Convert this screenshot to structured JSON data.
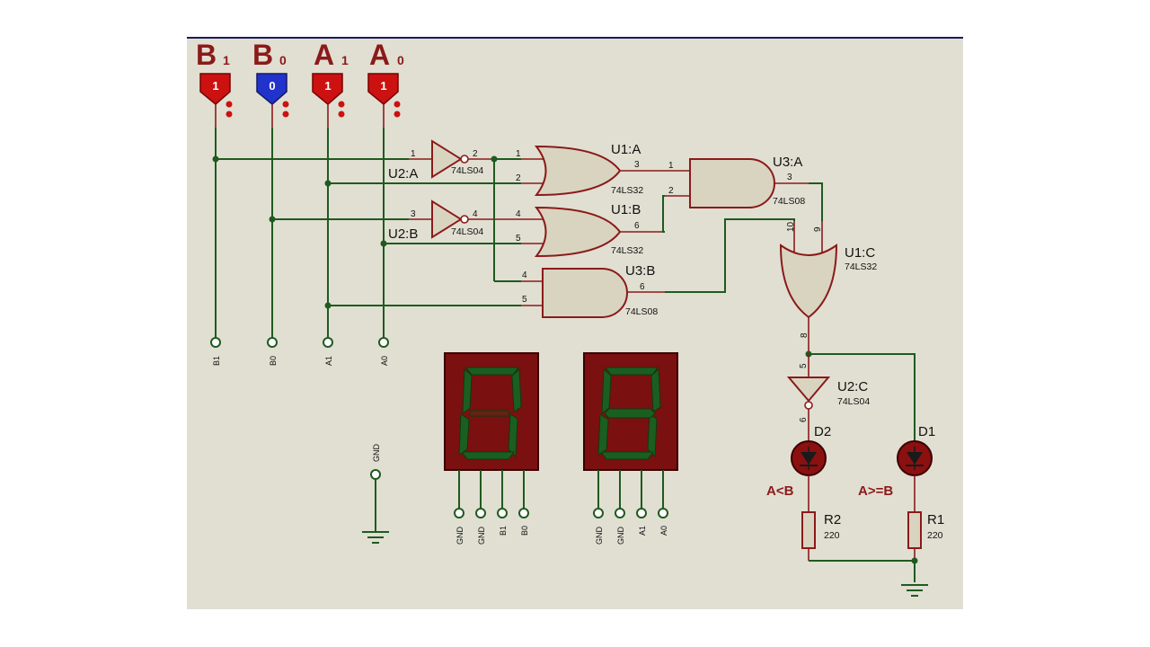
{
  "inputs": [
    {
      "letter": "B",
      "index": "1",
      "state": "1",
      "color": "#cc1111",
      "net": "B1"
    },
    {
      "letter": "B",
      "index": "0",
      "state": "0",
      "color": "#2233cc",
      "net": "B0"
    },
    {
      "letter": "A",
      "index": "1",
      "state": "1",
      "color": "#cc1111",
      "net": "A1"
    },
    {
      "letter": "A",
      "index": "0",
      "state": "1",
      "color": "#cc1111",
      "net": "A0"
    }
  ],
  "gates": {
    "u2a": {
      "ref": "U2:A",
      "part": "74LS04",
      "pin_in": "1",
      "pin_out": "2"
    },
    "u2b": {
      "ref": "U2:B",
      "part": "74LS04",
      "pin_in": "3",
      "pin_out": "4"
    },
    "u1a": {
      "ref": "U1:A",
      "part": "74LS32",
      "pin_in1": "1",
      "pin_in2": "2",
      "pin_out": "3"
    },
    "u1b": {
      "ref": "U1:B",
      "part": "74LS32",
      "pin_in1": "4",
      "pin_in2": "5",
      "pin_out": "6"
    },
    "u3a": {
      "ref": "U3:A",
      "part": "74LS08",
      "pin_in1": "1",
      "pin_in2": "2",
      "pin_out": "3"
    },
    "u3b": {
      "ref": "U3:B",
      "part": "74LS08",
      "pin_in1": "4",
      "pin_in2": "5",
      "pin_out": "6"
    },
    "u1c": {
      "ref": "U1:C",
      "part": "74LS32",
      "pin_in1": "10",
      "pin_in2": "9",
      "pin_out": "8"
    },
    "u2c": {
      "ref": "U2:C",
      "part": "74LS04",
      "pin_in": "5",
      "pin_out": "6"
    }
  },
  "leds": {
    "d2": {
      "ref": "D2",
      "label": "A<B"
    },
    "d1": {
      "ref": "D1",
      "label": "A>=B"
    }
  },
  "resistors": {
    "r2": {
      "ref": "R2",
      "value": "220"
    },
    "r1": {
      "ref": "R1",
      "value": "220"
    }
  },
  "ground_terminal": {
    "label": "GND"
  },
  "displays": [
    {
      "digit": "0",
      "pins": [
        "GND",
        "GND",
        "B1",
        "B0"
      ]
    },
    {
      "digit": "8",
      "pins": [
        "GND",
        "GND",
        "A1",
        "A0"
      ]
    }
  ],
  "colors": {
    "sheet": "#e0dfd2",
    "wire": "#1f5a1f",
    "lead": "#8b1a1a",
    "gate_fill": "#d8d4c0",
    "display_body": "#7a1010",
    "display_segment": "#1b5f20",
    "led_body": "#8b1010"
  }
}
